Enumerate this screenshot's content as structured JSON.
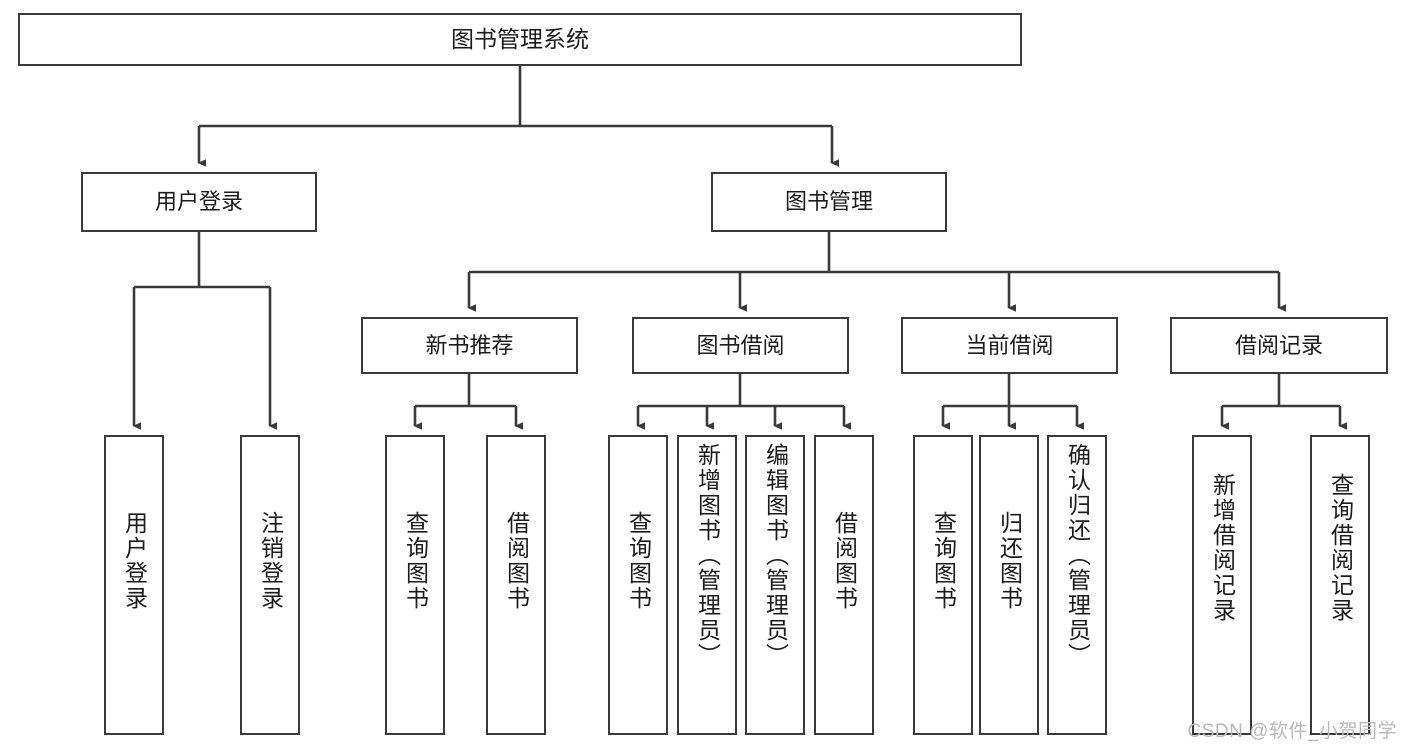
{
  "diagram": {
    "title": "图书管理系统",
    "type": "tree",
    "watermark": "CSDN @软件_小贺同学",
    "colors": {
      "box_border": "#3a3a3a",
      "box_fill": "#ffffff",
      "edge": "#3a3a3a",
      "text": "#1b1b1b",
      "watermark": "#b9b9b9",
      "background": "#ffffff"
    },
    "nodes": {
      "root": {
        "label": "图书管理系统"
      },
      "level2": [
        {
          "id": "user-login",
          "label": "用户登录"
        },
        {
          "id": "book-manage",
          "label": "图书管理"
        }
      ],
      "level3": [
        {
          "id": "new-book-rec",
          "label": "新书推荐"
        },
        {
          "id": "book-borrow",
          "label": "图书借阅"
        },
        {
          "id": "current-borrow",
          "label": "当前借阅"
        },
        {
          "id": "borrow-record",
          "label": "借阅记录"
        }
      ],
      "leaves": [
        {
          "id": "leaf-user-login",
          "label": "用户登录",
          "parent": "user-login"
        },
        {
          "id": "leaf-logout",
          "label": "注销登录",
          "parent": "user-login"
        },
        {
          "id": "leaf-query-book-1",
          "label": "查询图书",
          "parent": "new-book-rec"
        },
        {
          "id": "leaf-borrow-book-1",
          "label": "借阅图书",
          "parent": "new-book-rec"
        },
        {
          "id": "leaf-query-book-2",
          "label": "查询图书",
          "parent": "book-borrow"
        },
        {
          "id": "leaf-add-book",
          "label": "新增图书（管理员）",
          "parent": "book-borrow"
        },
        {
          "id": "leaf-edit-book",
          "label": "编辑图书（管理员）",
          "parent": "book-borrow"
        },
        {
          "id": "leaf-borrow-book-2",
          "label": "借阅图书",
          "parent": "book-borrow"
        },
        {
          "id": "leaf-query-book-3",
          "label": "查询图书",
          "parent": "current-borrow"
        },
        {
          "id": "leaf-return-book",
          "label": "归还图书",
          "parent": "current-borrow"
        },
        {
          "id": "leaf-confirm-return",
          "label": "确认归还（管理员）",
          "parent": "current-borrow"
        },
        {
          "id": "leaf-add-record",
          "label": "新增借阅记录",
          "parent": "borrow-record"
        },
        {
          "id": "leaf-query-record",
          "label": "查询借阅记录",
          "parent": "borrow-record"
        }
      ]
    }
  }
}
